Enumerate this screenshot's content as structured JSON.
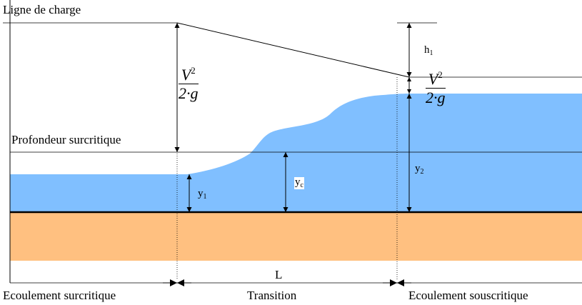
{
  "labels": {
    "energy_line": "Ligne de charge",
    "critical_depth": "Profondeur surcritique",
    "flow_left": "Ecoulement surcritique",
    "flow_middle": "Transition",
    "flow_right": "Ecoulement souscritique",
    "length": "L"
  },
  "symbols": {
    "h1": "h",
    "h1_sub": "1",
    "y1": "y",
    "y1_sub": "1",
    "yc": "y",
    "yc_sub": "c",
    "y2": "y",
    "y2_sub": "2"
  },
  "formulas": {
    "velocity_head_1": {
      "numerator": "V",
      "exponent": "2",
      "denominator": "2·g"
    },
    "velocity_head_2": {
      "numerator": "V",
      "exponent": "2",
      "denominator": "2·g"
    }
  },
  "colors": {
    "water": "#80bfff",
    "ground": "#ffc080",
    "lines": "#000000"
  }
}
